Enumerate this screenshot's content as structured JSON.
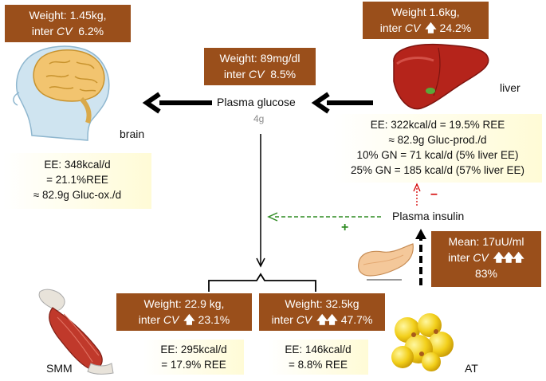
{
  "brain": {
    "weight": "Weight: 1.45kg,",
    "cv_prefix": "inter",
    "cv_label": "CV",
    "cv_value": "6.2%",
    "label": "brain",
    "ee": [
      "EE: 348kcal/d",
      "= 21.1%REE",
      "≈ 82.9g Gluc-ox./d"
    ]
  },
  "glucose": {
    "weight": "Weight: 89mg/dl",
    "cv_prefix": "inter",
    "cv_label": "CV",
    "cv_value": "8.5%",
    "label": "Plasma glucose",
    "amount": "4g"
  },
  "liver": {
    "weight": "Weight 1.6kg,",
    "cv_prefix": "inter",
    "cv_label": "CV",
    "cv_value": "24.2%",
    "label": "liver",
    "ee": [
      "EE: 322kcal/d = 19.5% REE",
      "≈ 82.9g Gluc-prod./d",
      "10% GN = 71 kcal/d (5% liver EE)",
      "25% GN = 185 kcal/d (57% liver EE)"
    ]
  },
  "insulin": {
    "label": "Plasma insulin",
    "mean": "Mean: 17uU/ml",
    "cv_prefix": "inter",
    "cv_label": "CV",
    "cv_value": "83%",
    "plus": "+",
    "minus": "–"
  },
  "smm": {
    "weight": "Weight: 22.9 kg,",
    "cv_prefix": "inter",
    "cv_label": "CV",
    "cv_value": "23.1%",
    "label": "SMM",
    "ee": [
      "EE: 295kcal/d",
      "= 17.9% REE"
    ]
  },
  "at": {
    "weight": "Weight: 32.5kg",
    "cv_prefix": "inter",
    "cv_label": "CV",
    "cv_value": "47.7%",
    "label": "AT",
    "ee": [
      "EE: 146kcal/d",
      "= 8.8% REE"
    ]
  },
  "colors": {
    "box_fill": "#9a4f1b",
    "box_text": "#ffffff",
    "ee_fill": "#fffbd6",
    "plus_arrow": "#2e8b22",
    "minus_arrow": "#d40000"
  },
  "icons": [
    "brain-illustration",
    "liver-illustration",
    "pancreas-illustration",
    "muscle-illustration",
    "adipocyte-illustration",
    "arrow-up-icon"
  ]
}
